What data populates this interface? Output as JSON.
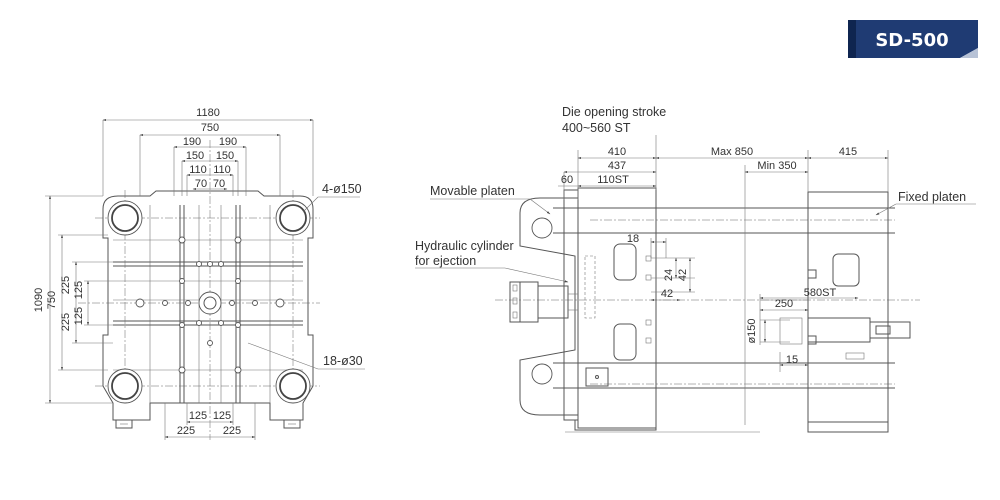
{
  "badge": {
    "model": "SD-500",
    "color": "#1f3b73"
  },
  "front_view": {
    "overall_width": "1180",
    "tiebar_spacing_h": "750",
    "spacing_190_left": "190",
    "spacing_190_right": "190",
    "spacing_150_left": "150",
    "spacing_150_right": "150",
    "spacing_110_left": "110",
    "spacing_110_right": "110",
    "spacing_70_left": "70",
    "spacing_70_right": "70",
    "overall_height": "1090",
    "tiebar_spacing_v": "750",
    "v_225_top": "225",
    "v_125_top": "125",
    "v_125_bottom": "125",
    "v_225_bottom": "225",
    "b_125_left": "125",
    "b_125_right": "125",
    "b_225_left": "225",
    "b_225_right": "225",
    "tiebar_callout": "4-ø150",
    "hole_callout": "18-ø30"
  },
  "side_view": {
    "stroke_title": "Die opening stroke",
    "stroke_range": "400~560 ST",
    "dim_410": "410",
    "dim_437": "437",
    "dim_60": "60",
    "dim_110st": "110ST",
    "dim_max850": "Max 850",
    "dim_min350": "Min 350",
    "dim_415": "415",
    "dim_18": "18",
    "dim_24": "24",
    "dim_42v": "42",
    "dim_42h": "42",
    "dim_580st": "580ST",
    "dim_250": "250",
    "dim_d150": "ø150",
    "dim_15": "15",
    "label_movable": "Movable platen",
    "label_fixed": "Fixed platen",
    "label_hydraulic_1": "Hydraulic cylinder",
    "label_hydraulic_2": "for ejection"
  }
}
